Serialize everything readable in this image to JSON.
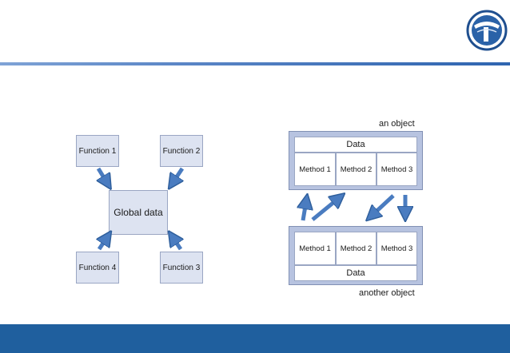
{
  "global_diagram": {
    "function_1": "Function 1",
    "function_2": "Function 2",
    "function_3": "Function 3",
    "function_4": "Function 4",
    "global_data": "Global data"
  },
  "object_diagram": {
    "top_caption": "an object",
    "top_data": "Data",
    "top_methods": [
      "Method 1",
      "Method 2",
      "Method 3"
    ],
    "bottom_methods": [
      "Method 1",
      "Method 2",
      "Method 3"
    ],
    "bottom_data": "Data",
    "bottom_caption": "another object"
  },
  "colors": {
    "accent": "#1f5f9e",
    "arrow": "#4a7cc0",
    "box_fill": "#dde3f1",
    "object_fill": "#b7c3e0"
  }
}
